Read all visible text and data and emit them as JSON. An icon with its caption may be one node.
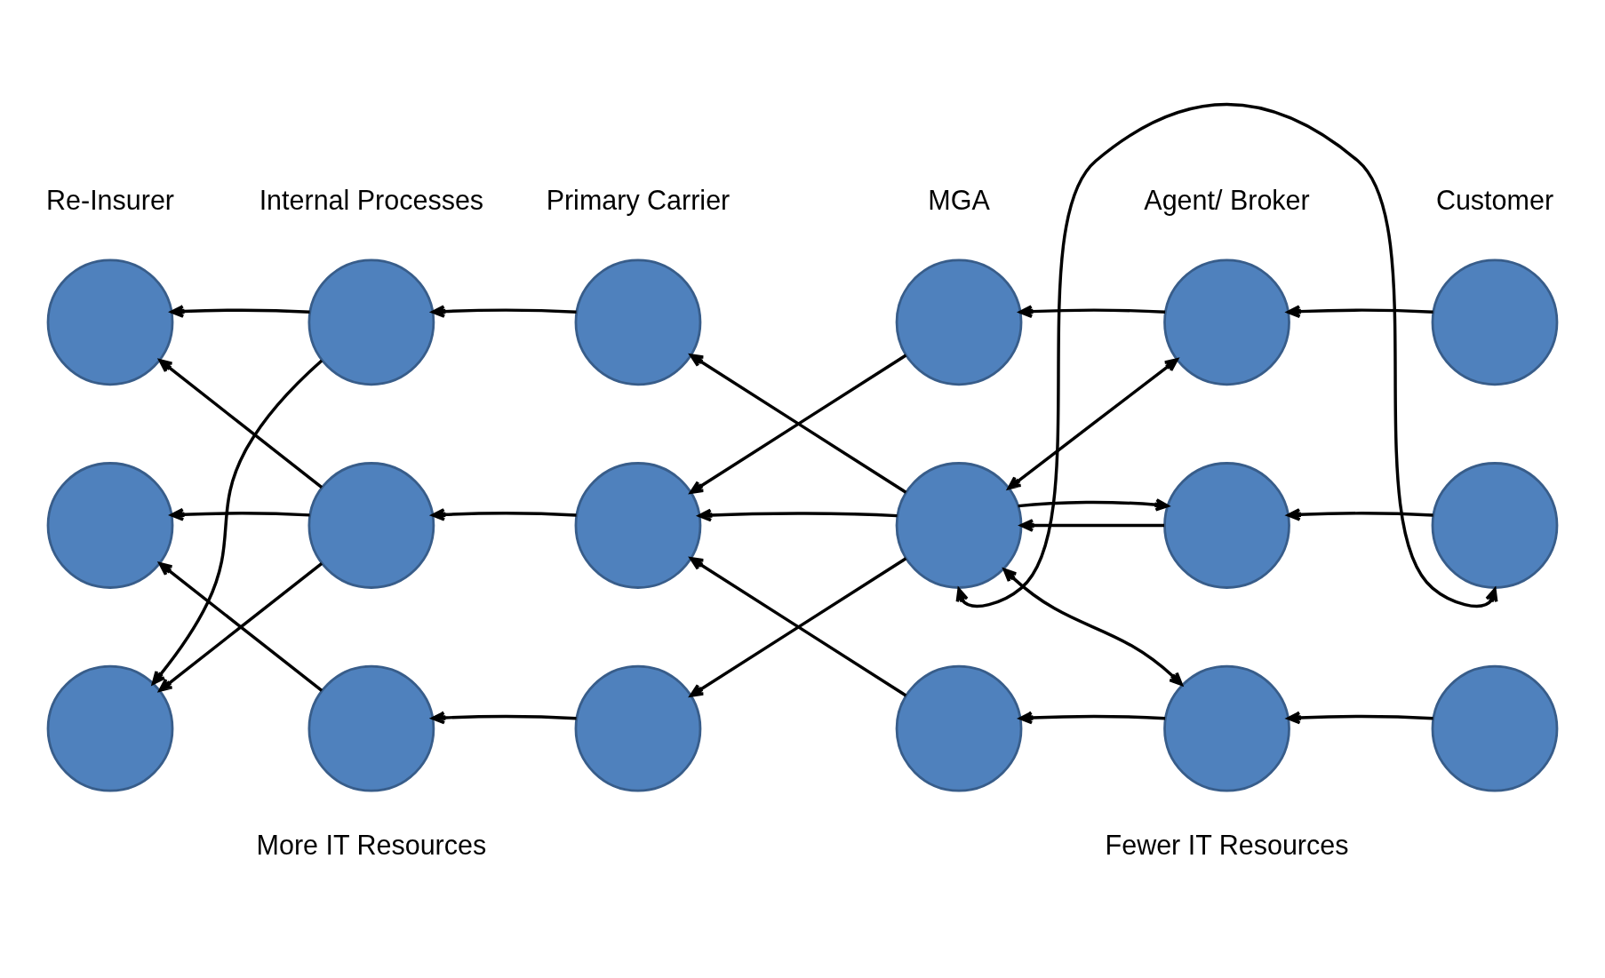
{
  "diagram": {
    "nodes": [
      {
        "text": [],
        "shape": "circle"
      },
      {
        "text": [],
        "shape": "circle"
      },
      {
        "text": [],
        "shape": "circle"
      },
      {
        "text": [],
        "shape": "circle"
      },
      {
        "text": [],
        "shape": "circle"
      },
      {
        "text": [],
        "shape": "circle"
      },
      {
        "text": [],
        "shape": "circle"
      },
      {
        "text": [],
        "shape": "circle"
      },
      {
        "text": [],
        "shape": "circle"
      },
      {
        "text": [],
        "shape": "circle"
      },
      {
        "text": [],
        "shape": "circle"
      },
      {
        "text": [],
        "shape": "circle"
      },
      {
        "text": [],
        "shape": "circle"
      },
      {
        "text": [],
        "shape": "circle"
      },
      {
        "text": [],
        "shape": "circle"
      },
      {
        "text": [],
        "shape": "circle"
      },
      {
        "text": [],
        "shape": "circle"
      },
      {
        "text": [],
        "shape": "circle"
      }
    ],
    "edges": [
      {
        "from": 1,
        "to": 0,
        "arrow": "to"
      },
      {
        "from": 2,
        "to": 1,
        "arrow": "to"
      },
      {
        "from": 4,
        "to": 3,
        "arrow": "to"
      },
      {
        "from": 5,
        "to": 4,
        "arrow": "to"
      },
      {
        "from": 7,
        "to": 0,
        "arrow": "to"
      },
      {
        "from": 1,
        "to": 12,
        "arrow": "to"
      },
      {
        "from": 3,
        "to": 8,
        "arrow": "to"
      },
      {
        "from": 9,
        "to": 2,
        "arrow": "to"
      },
      {
        "from": 4,
        "to": 9,
        "arrow": "both"
      },
      {
        "from": 7,
        "to": 6,
        "arrow": "to"
      },
      {
        "from": 8,
        "to": 7,
        "arrow": "to"
      },
      {
        "from": 9,
        "to": 8,
        "arrow": "to"
      },
      {
        "from": 10,
        "to": 9,
        "arrow": "to"
      },
      {
        "from": 11,
        "to": 10,
        "arrow": "to"
      },
      {
        "from": 9,
        "to": 10,
        "arrow": "to"
      },
      {
        "from": 7,
        "to": 12,
        "arrow": "to"
      },
      {
        "from": 13,
        "to": 6,
        "arrow": "to"
      },
      {
        "from": 9,
        "to": 14,
        "arrow": "to"
      },
      {
        "from": 15,
        "to": 8,
        "arrow": "to"
      },
      {
        "from": 9,
        "to": 11,
        "arrow": "both"
      },
      {
        "from": 9,
        "to": 16,
        "arrow": "both"
      },
      {
        "from": 14,
        "to": 13,
        "arrow": "to"
      },
      {
        "from": 16,
        "to": 15,
        "arrow": "to"
      },
      {
        "from": 17,
        "to": 16,
        "arrow": "to"
      }
    ],
    "labels": [
      "Re-Insurer",
      "Internal Processes",
      "Primary Carrier",
      "MGA",
      "Agent/ Broker",
      "Customer",
      "More IT Resources",
      "Fewer IT Resources"
    ]
  }
}
